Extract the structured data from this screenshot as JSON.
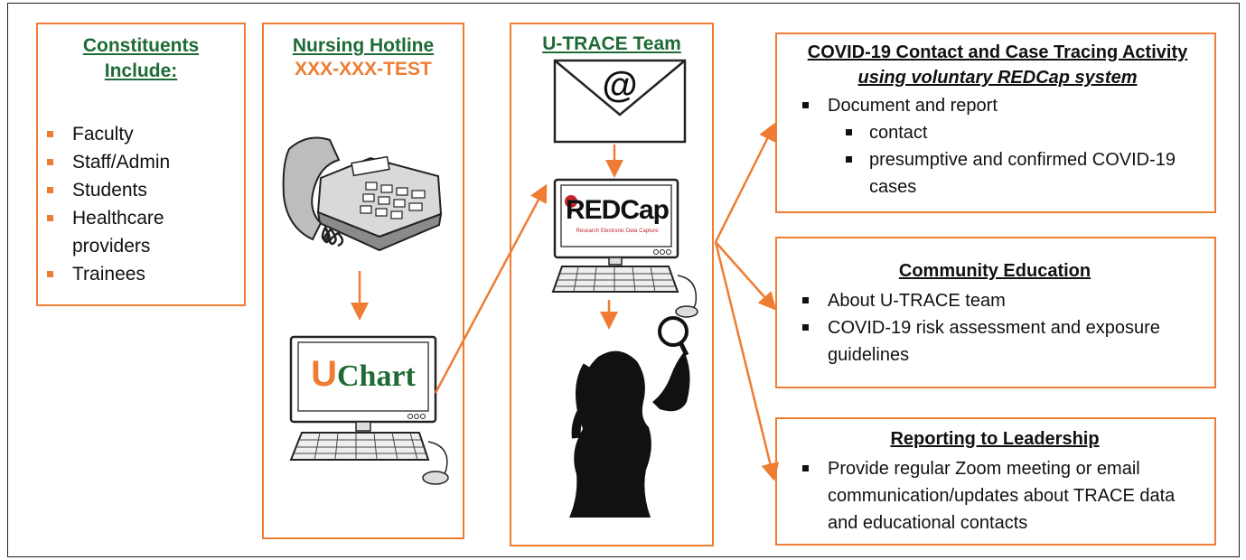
{
  "constituents": {
    "title_line1": "Constituents",
    "title_line2": "Include:",
    "items": [
      "Faculty",
      "Staff/Admin",
      "Students",
      "Healthcare providers",
      "Trainees"
    ]
  },
  "hotline": {
    "title": "Nursing Hotline",
    "number": "XXX-XXX-TEST",
    "uchart_u": "U",
    "uchart_text": "Chart"
  },
  "utrace": {
    "title": "U-TRACE Team",
    "email_symbol": "@",
    "redcap_text": "REDCap",
    "redcap_sub": "Research Electronic Data Capture"
  },
  "activity": {
    "title": "COVID-19 Contact and Case Tracing Activity",
    "subtitle": "using voluntary REDCap system",
    "items": [
      "Document and report"
    ],
    "subitems": [
      "contact",
      "presumptive and confirmed COVID-19 cases"
    ]
  },
  "education": {
    "title": "Community Education",
    "items": [
      "About U-TRACE team",
      "COVID-19 risk assessment and exposure guidelines"
    ]
  },
  "reporting": {
    "title": "Reporting to Leadership",
    "items": [
      "Provide regular Zoom meeting or email communication/updates about TRACE data and educational contacts"
    ]
  },
  "colors": {
    "orange": "#ee7d33",
    "green": "#1e6b35",
    "redcap_red": "#c0272d"
  },
  "icons": [
    "phone-icon",
    "computer-icon",
    "email-envelope-icon",
    "investigator-silhouette-icon"
  ]
}
